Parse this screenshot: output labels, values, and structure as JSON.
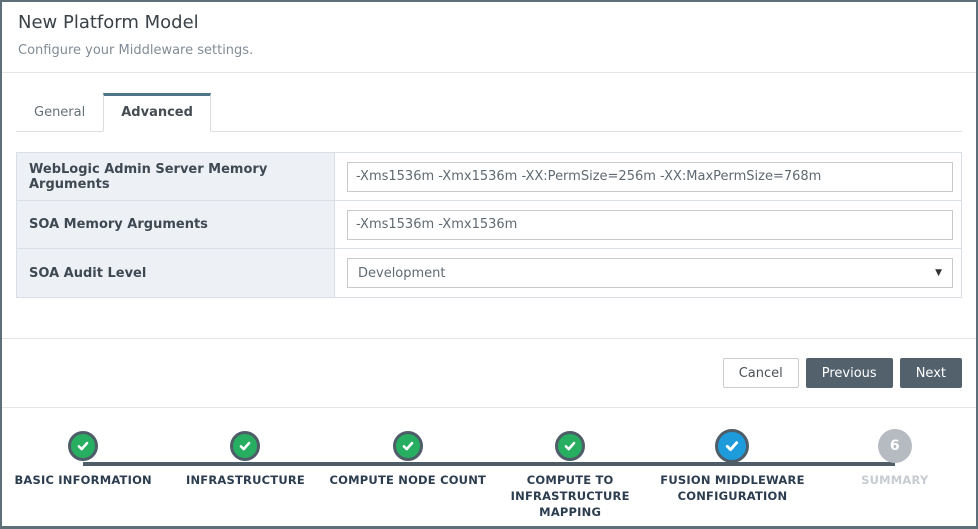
{
  "header": {
    "title": "New Platform Model",
    "subtitle": "Configure your Middleware settings."
  },
  "tabs": [
    {
      "label": "General",
      "active": false
    },
    {
      "label": "Advanced",
      "active": true
    }
  ],
  "form": {
    "fields": [
      {
        "label": "WebLogic Admin Server Memory Arguments",
        "type": "text",
        "value": "-Xms1536m -Xmx1536m -XX:PermSize=256m -XX:MaxPermSize=768m"
      },
      {
        "label": "SOA Memory Arguments",
        "type": "text",
        "value": "-Xms1536m -Xmx1536m"
      },
      {
        "label": "SOA Audit Level",
        "type": "select",
        "value": "Development"
      }
    ]
  },
  "footer": {
    "cancel_label": "Cancel",
    "previous_label": "Previous",
    "next_label": "Next"
  },
  "stepper": {
    "steps": [
      {
        "label": "BASIC INFORMATION",
        "state": "completed"
      },
      {
        "label": "INFRASTRUCTURE",
        "state": "completed"
      },
      {
        "label": "COMPUTE NODE COUNT",
        "state": "completed"
      },
      {
        "label": "COMPUTE TO INFRASTRUCTURE MAPPING",
        "state": "completed"
      },
      {
        "label": "FUSION MIDDLEWARE CONFIGURATION",
        "state": "current"
      },
      {
        "label": "SUMMARY",
        "state": "upcoming",
        "number": "6"
      }
    ]
  },
  "icons": {
    "dropdown_caret": "▼",
    "check": "check-icon"
  },
  "colors": {
    "accent_tab": "#4d7789",
    "button_dark": "#52616c",
    "step_completed": "#27ae60",
    "step_current": "#1d9bdb",
    "step_upcoming": "#b5bbc1",
    "window_border": "#5d7079"
  }
}
